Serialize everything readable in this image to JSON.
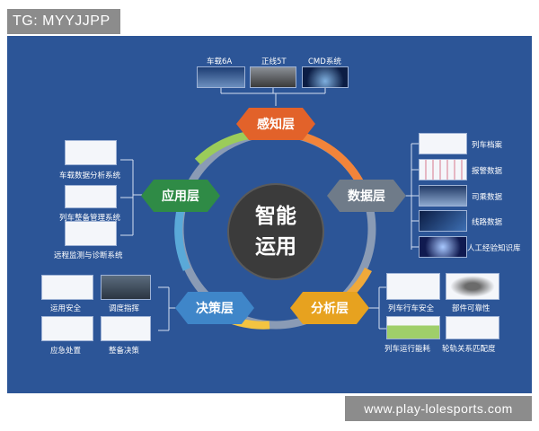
{
  "watermark_top": "TG: MYYJJPP",
  "watermark_bottom": "www.play-lolesports.com",
  "center": {
    "line1": "智能",
    "line2": "运用"
  },
  "layers": {
    "perception": "感知层",
    "data": "数据层",
    "analysis": "分析层",
    "decision": "决策层",
    "application": "应用层"
  },
  "perception_items": [
    "车载6A",
    "正线5T",
    "CMD系统"
  ],
  "data_items": [
    "列车档案",
    "报警数据",
    "司乘数据",
    "线路数据",
    "人工经验知识库"
  ],
  "analysis_items": [
    "列车行车安全",
    "部件可靠性",
    "列车运行能耗",
    "轮轨关系匹配度"
  ],
  "decision_items": [
    "运用安全",
    "调度指挥",
    "应急处置",
    "整备决策"
  ],
  "application_items": [
    "车载数据分析系统",
    "列车整备管理系统",
    "远程监测与诊断系统"
  ],
  "colors": {
    "panel": "#2c5597",
    "perception": "#e2622a",
    "data": "#6f7b89",
    "analysis": "#e7a21f",
    "decision": "#3f86c9",
    "application": "#2f8b46",
    "center": "#3b3b3b"
  }
}
